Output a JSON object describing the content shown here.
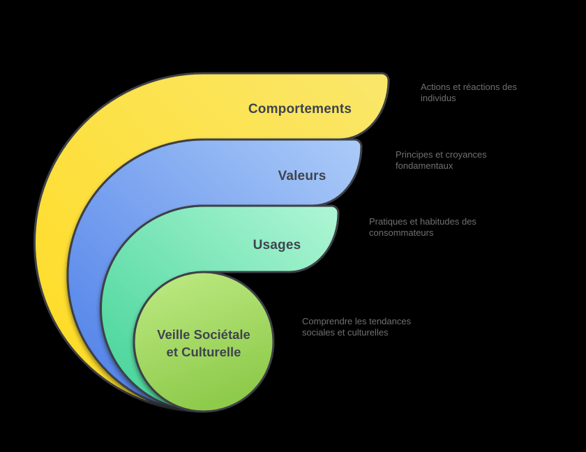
{
  "background_color": "#000000",
  "stroke_color": "#3E4046",
  "label_color": "#3F434E",
  "annotation_color": "#707070",
  "diagram": {
    "layers": [
      {
        "label": "Comportements",
        "annotation_line1": "Actions et réactions des",
        "annotation_line2": "individus",
        "color_start": "#FFDB1F",
        "color_end": "#FAE76B"
      },
      {
        "label": "Valeurs",
        "annotation_line1": "Principes et croyances",
        "annotation_line2": "fondamentaux",
        "color_start": "#4A7CE8",
        "color_end": "#ABCBF8"
      },
      {
        "label": "Usages",
        "annotation_line1": "Pratiques et habitudes des",
        "annotation_line2": "consommateurs",
        "color_start": "#3FD295",
        "color_end": "#AFF6D5"
      }
    ],
    "center": {
      "label_line1": "Veille Sociétale",
      "label_line2": "et Culturelle",
      "annotation_line1": "Comprendre les tendances",
      "annotation_line2": "sociales et culturelles",
      "color_top": "#BFEB85",
      "color_bottom": "#8FCB4C"
    }
  }
}
